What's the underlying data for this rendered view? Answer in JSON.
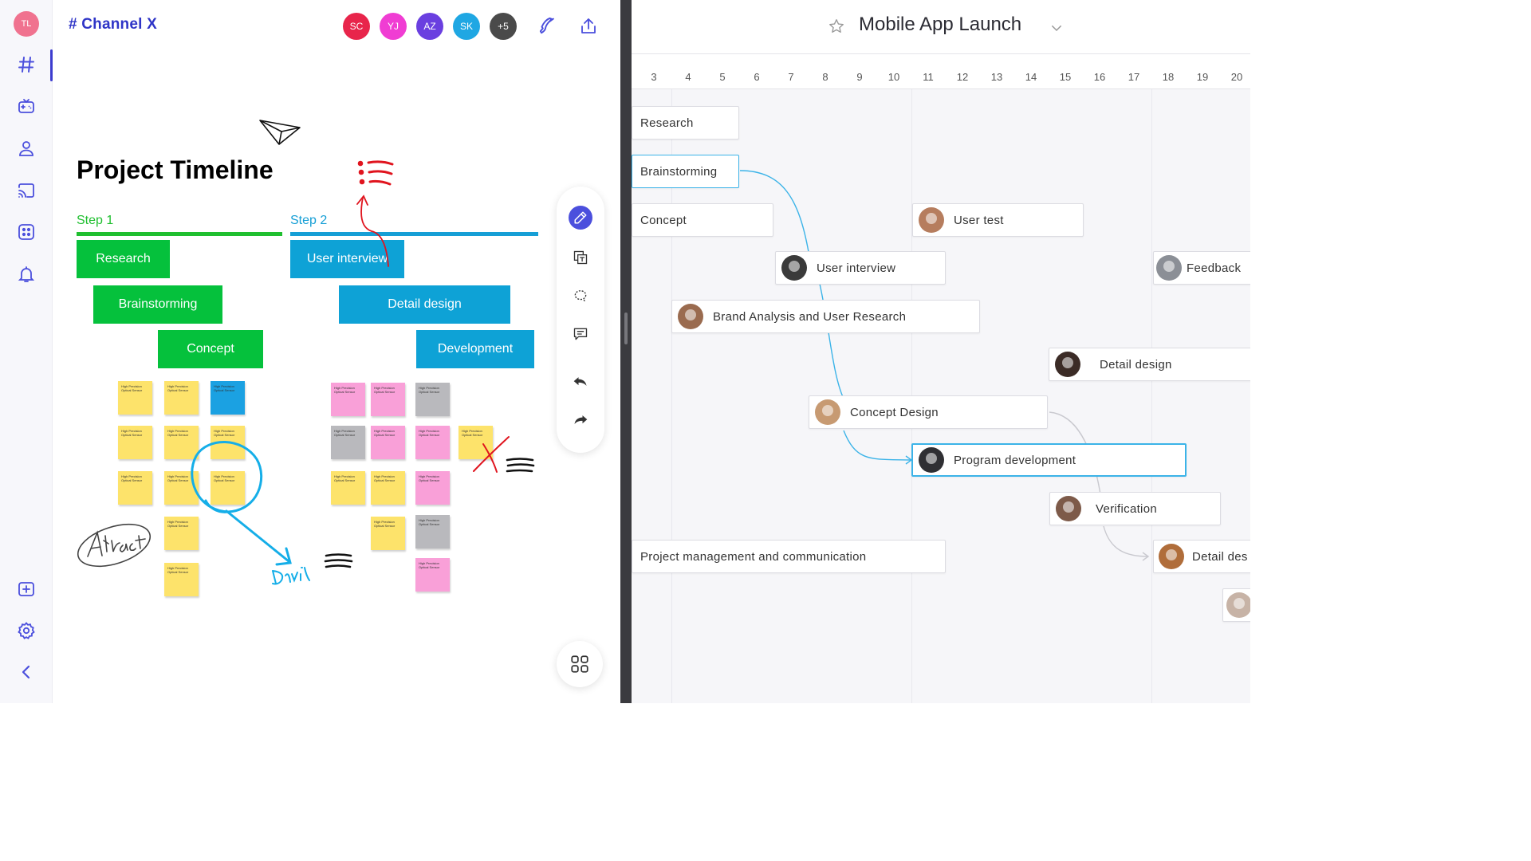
{
  "sidebar": {
    "user_initials": "TL",
    "items": [
      {
        "icon": "hashtag-icon"
      },
      {
        "icon": "game-controller-icon"
      },
      {
        "icon": "user-icon"
      },
      {
        "icon": "cast-icon"
      },
      {
        "icon": "apps-grid-icon"
      },
      {
        "icon": "bell-icon"
      }
    ],
    "bottom": [
      {
        "icon": "add-square-icon"
      },
      {
        "icon": "gear-icon"
      },
      {
        "icon": "chevron-left-icon"
      }
    ]
  },
  "whiteboard": {
    "channel_title": "# Channel X",
    "participants": [
      {
        "initials": "SC",
        "color": "#e8254b"
      },
      {
        "initials": "YJ",
        "color": "#f03dd3"
      },
      {
        "initials": "AZ",
        "color": "#6a3fe0"
      },
      {
        "initials": "SK",
        "color": "#1fa7e3"
      },
      {
        "initials": "+5",
        "color": "#4a4a4a"
      }
    ],
    "board_title": "Project Timeline",
    "steps": [
      {
        "label": "Step 1",
        "color": "#1fbf2f"
      },
      {
        "label": "Step 2",
        "color": "#169fd6"
      }
    ],
    "tasks": [
      {
        "label": "Research",
        "color": "#05c13c"
      },
      {
        "label": "Brainstorming",
        "color": "#05c13c"
      },
      {
        "label": "Concept",
        "color": "#05c13c"
      },
      {
        "label": "User interview",
        "color": "#0ea2d6"
      },
      {
        "label": "Detail design",
        "color": "#0ea2d6"
      },
      {
        "label": "Development",
        "color": "#0ea2d6"
      }
    ],
    "sticky_text": "High Precision Optical Sensor",
    "annotations": {
      "signature": "Attract",
      "name": "David"
    }
  },
  "gantt": {
    "title": "Mobile App Launch",
    "days": [
      "3",
      "4",
      "5",
      "6",
      "7",
      "8",
      "9",
      "10",
      "11",
      "12",
      "13",
      "14",
      "15",
      "16",
      "17",
      "18",
      "19",
      "20"
    ],
    "tasks": [
      {
        "label": "Research"
      },
      {
        "label": "Brainstorming"
      },
      {
        "label": "Concept"
      },
      {
        "label": "User test"
      },
      {
        "label": "User interview"
      },
      {
        "label": "Feedback"
      },
      {
        "label": "Brand Analysis and User Research"
      },
      {
        "label": "Detail design"
      },
      {
        "label": "Concept Design"
      },
      {
        "label": "Program development"
      },
      {
        "label": "Verification"
      },
      {
        "label": "Project management and communication"
      },
      {
        "label": "Detail des"
      }
    ],
    "link_color": "#3bb3e8"
  }
}
